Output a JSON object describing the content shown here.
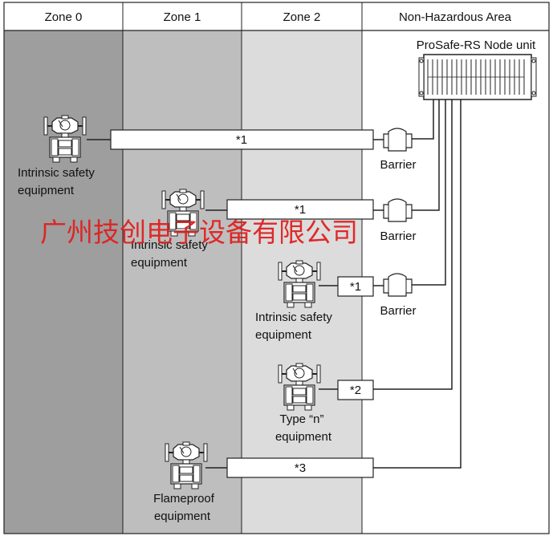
{
  "zones": [
    "Zone 0",
    "Zone 1",
    "Zone 2",
    "Non-Hazardous Area"
  ],
  "node_unit_label": "ProSafe-RS Node unit",
  "devices": [
    {
      "label_lines": [
        "Intrinsic safety",
        "equipment"
      ],
      "box_label": "*1",
      "barrier_label": "Barrier"
    },
    {
      "label_lines": [
        "Intrinsic safety",
        "equipment"
      ],
      "box_label": "*1",
      "barrier_label": "Barrier"
    },
    {
      "label_lines": [
        "Intrinsic safety",
        "equipment"
      ],
      "box_label": "*1",
      "barrier_label": "Barrier"
    },
    {
      "label_lines": [
        "Type “n”",
        "equipment"
      ],
      "box_label": "*2"
    },
    {
      "label_lines": [
        "Flameproof",
        "equipment"
      ],
      "box_label": "*3"
    }
  ],
  "watermark": "广州技创电子设备有限公司",
  "colors": {
    "zone0": "#9e9e9e",
    "zone1": "#bebebe",
    "zone2": "#dcdcdc",
    "safe": "#ffffff",
    "watermark": "#e02020"
  }
}
